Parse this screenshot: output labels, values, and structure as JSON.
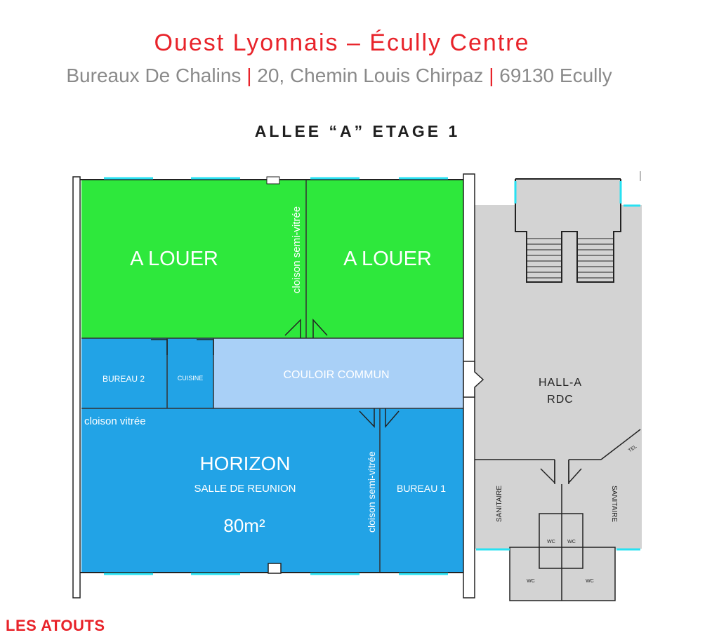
{
  "header": {
    "title": "Ouest Lyonnais – Écully Centre",
    "subtitle_part1": "Bureaux De Chalins",
    "separator": "|",
    "subtitle_part2": "20, Chemin Louis Chirpaz",
    "subtitle_part3": "69130 Ecully"
  },
  "floor_title": "ALLEE “A” ETAGE 1",
  "rooms": {
    "a_louer_left": "A LOUER",
    "a_louer_right": "A LOUER",
    "bureau_2": "BUREAU 2",
    "cuisine": "CUISINE",
    "couloir": "COULOIR COMMUN",
    "horizon": "HORIZON",
    "salle": "SALLE DE REUNION",
    "area": "80m²",
    "bureau_1": "BUREAU 1",
    "hall_line1": "HALL-A",
    "hall_line2": "RDC",
    "sanitaire_left": "SANITAIRE",
    "sanitaire_right": "SANITAIRE",
    "tel": "TEL",
    "wc": "WC"
  },
  "annotations": {
    "cloison_semi_vitree": "cloison semi-vitrée",
    "cloison_vitree": "cloison vitrée"
  },
  "footer": {
    "title": "LES ATOUTS"
  },
  "colors": {
    "red": "#e8232a",
    "grey_text": "#8a8a8a",
    "green": "#2ee83c",
    "blue": "#22a3e6",
    "light_blue": "#a9d0f7",
    "hall_grey": "#d3d3d3",
    "cyan_window": "#28e1f2"
  }
}
